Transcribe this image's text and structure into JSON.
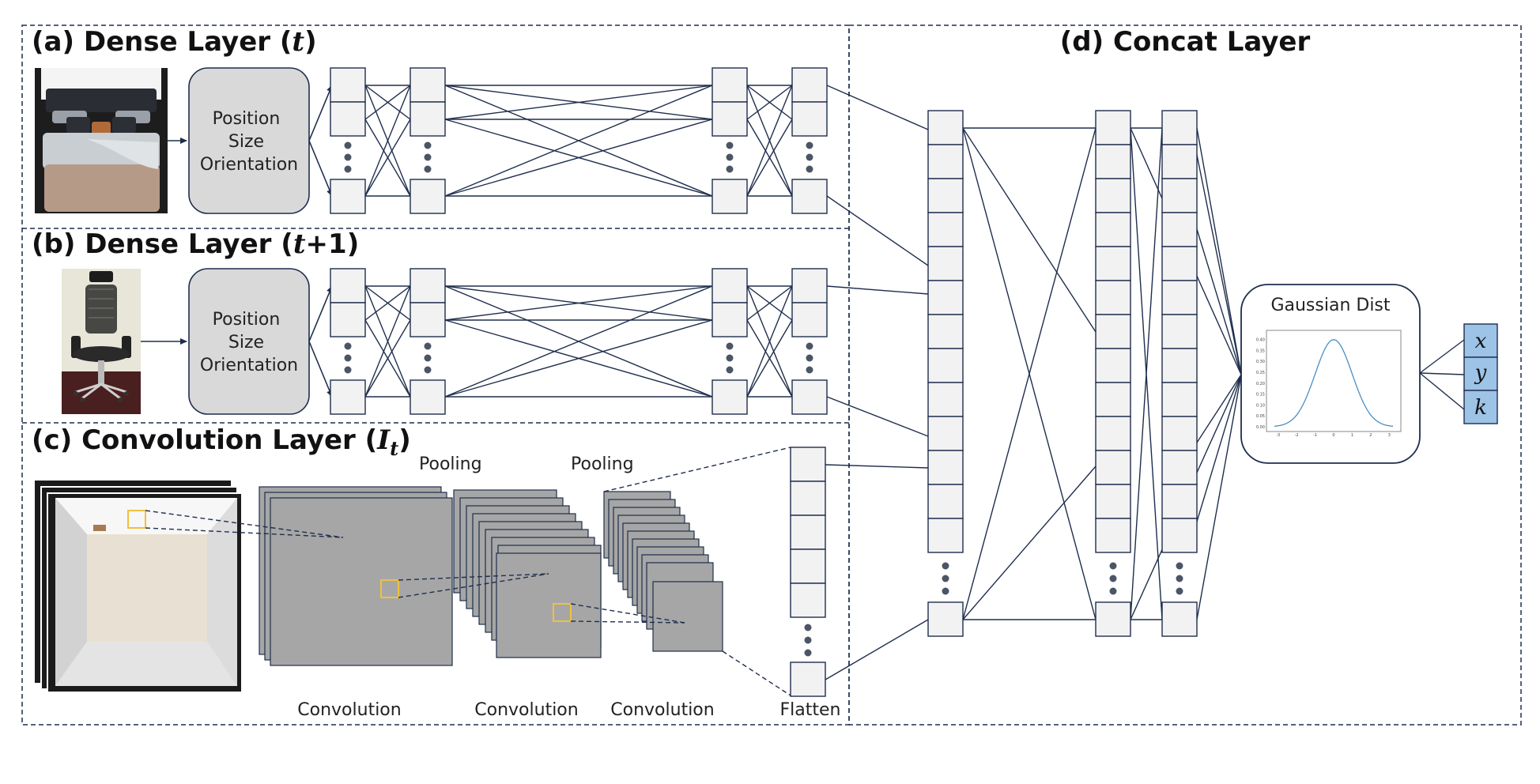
{
  "panels": {
    "a": {
      "prefix": "(a) Dense Layer (",
      "math": "t",
      "suffix": ")"
    },
    "b": {
      "prefix": "(b) Dense Layer (",
      "math": "t",
      "math2": "+1",
      "suffix": ")"
    },
    "c": {
      "prefix": "(c) Convolution Layer (",
      "math": "I",
      "sub": "t",
      "suffix": ")"
    },
    "d": {
      "title": "(d) Concat Layer"
    }
  },
  "feature_box": {
    "line1": "Position",
    "line2": "Size",
    "line3": "Orientation"
  },
  "conv_labels": {
    "pool1": "Pooling",
    "pool2": "Pooling",
    "conv1": "Convolution",
    "conv2": "Convolution",
    "conv3": "Convolution",
    "flatten": "Flatten"
  },
  "gaussian": {
    "title": "Gaussian Dist",
    "x_ticks": [
      "-3",
      "-2",
      "-1",
      "0",
      "1",
      "2",
      "3"
    ],
    "y_ticks": [
      "0.00",
      "0.05",
      "0.10",
      "0.15",
      "0.20",
      "0.25",
      "0.30",
      "0.35",
      "0.40"
    ]
  },
  "outputs": [
    "x",
    "y",
    "k"
  ],
  "colors": {
    "stroke": "#1f2e4d",
    "node_fill": "#f2f2f2",
    "feature_fill": "#d9d9d9",
    "conv_fill": "#a6a6a6",
    "output_fill": "#9dc3e6",
    "highlight": "#f0c040",
    "curve": "#4a8fc6"
  }
}
